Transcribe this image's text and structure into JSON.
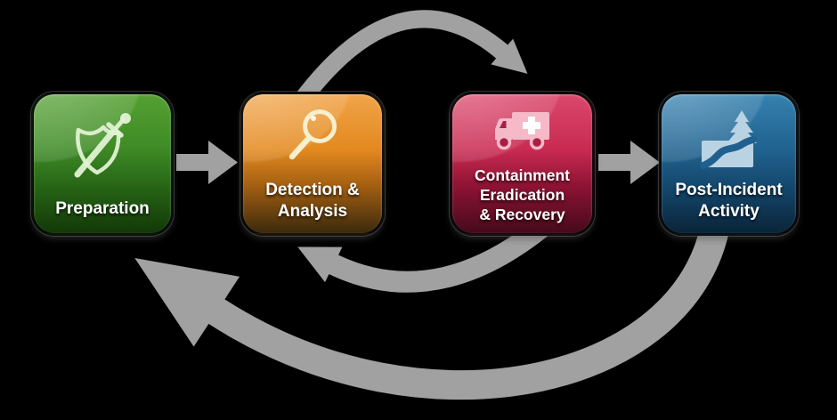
{
  "diagram": {
    "background_color": "#000000",
    "arrow_color": "#a1a1a1"
  },
  "steps": [
    {
      "name": "preparation",
      "lines": [
        "Preparation"
      ],
      "icon": "shield-sword-icon",
      "colors": {
        "top": "#55a032",
        "bottom": "#123807"
      }
    },
    {
      "name": "detection-analysis",
      "lines": [
        "Detection &",
        "Analysis"
      ],
      "icon": "magnifier-icon",
      "colors": {
        "top": "#f0a449",
        "bottom": "#3b2a0c"
      }
    },
    {
      "name": "containment-eradication-recovery",
      "lines": [
        "Containment",
        "Eradication",
        "& Recovery"
      ],
      "icon": "ambulance-icon",
      "colors": {
        "top": "#db486c",
        "bottom": "#450a1c"
      }
    },
    {
      "name": "post-incident-activity",
      "lines": [
        "Post-Incident",
        "Activity"
      ],
      "icon": "landscape-road-icon",
      "colors": {
        "top": "#3581af",
        "bottom": "#0a2438"
      }
    }
  ],
  "arrows": {
    "color": "#a1a1a1",
    "items": [
      {
        "name": "arrow-preparation-to-detection",
        "type": "straight",
        "from": "preparation",
        "to": "detection-analysis"
      },
      {
        "name": "arrow-containment-to-postincident",
        "type": "straight",
        "from": "containment-eradication-recovery",
        "to": "post-incident-activity"
      },
      {
        "name": "arc-detection-to-containment",
        "type": "curved-over-top",
        "from": "detection-analysis",
        "to": "containment-eradication-recovery"
      },
      {
        "name": "arc-containment-to-detection",
        "type": "curved-under-bottom",
        "from": "containment-eradication-recovery",
        "to": "detection-analysis"
      },
      {
        "name": "arc-postincident-to-preparation",
        "type": "curved-under-bottom",
        "from": "post-incident-activity",
        "to": "preparation"
      }
    ]
  }
}
